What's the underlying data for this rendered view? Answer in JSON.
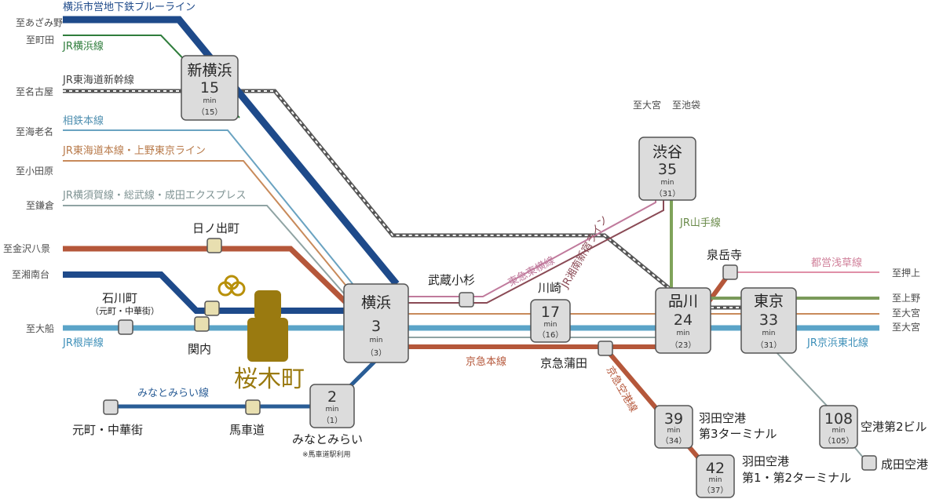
{
  "colors": {
    "blue_line": "#1e4a8a",
    "jr_yokohama": "#2f7d3c",
    "jr_tokaido_shinkansen": "#555555",
    "sotetsu": "#6aa3c1",
    "jr_tokaido_ueno": "#c88a5a",
    "jr_yokosuka": "#8fa3a3",
    "keikyu": "#b5573a",
    "jr_negishi": "#5ba4c8",
    "minatomirai": "#2a5d96",
    "tokyu_toyoko": "#c07a9c",
    "shonan_shinjuku": "#8a4a55",
    "yamanote": "#7fa35a",
    "asakusa": "#e090a8",
    "ueno_tokyo": "#7a9a5a",
    "sakuragicho": "#9a7a10"
  },
  "destinations": {
    "azamino": "至あざみ野",
    "machida": "至町田",
    "nagoya": "至名古屋",
    "ebina": "至海老名",
    "odawara": "至小田原",
    "kamakura": "至鎌倉",
    "kanazawa_hakkei": "至金沢八景",
    "shonandai": "至湘南台",
    "ofuna": "至大船",
    "omiya_top": "至大宮",
    "ikebukuro": "至池袋",
    "oshiage": "至押上",
    "ueno": "至上野",
    "omiya_1": "至大宮",
    "omiya_2": "至大宮"
  },
  "lines": {
    "blue_line": "横浜市営地下鉄ブルーライン",
    "jr_yokohama": "JR横浜線",
    "jr_tokaido_shinkansen": "JR東海道新幹線",
    "sotetsu": "相鉄本線",
    "jr_tokaido_ueno": "JR東海道本線・上野東京ライン",
    "jr_yokosuka": "JR横須賀線・総武線・成田エクスプレス",
    "jr_negishi": "JR根岸線",
    "minatomirai": "みなとみらい線",
    "keikyu": "京急本線",
    "keikyu_airport": "京急空港線",
    "tokyu_toyoko": "東急東横線",
    "shonan_shinjuku": "JR湘南新宿ライン",
    "yamanote": "JR山手線",
    "asakusa": "都営浅草線",
    "keihin_tohoku": "JR京浜東北線"
  },
  "stations": {
    "hinodecho": "日ノ出町",
    "ishikawacho": "石川町",
    "ishikawacho_sub": "（元町・中華街）",
    "kannai": "関内",
    "sakuragicho": "桜木町",
    "motomachi": "元町・中華街",
    "bashamichi": "馬車道",
    "minatomirai": "みなとみらい",
    "minatomirai_note": "※馬車道駅利用",
    "musashikosugi": "武蔵小杉",
    "kawasaki": "川崎",
    "keikyu_kamata": "京急蒲田",
    "sengakuji": "泉岳寺",
    "haneda_t3_line1": "羽田空港",
    "haneda_t3_line2": "第3ターミナル",
    "haneda_t12_line1": "羽田空港",
    "haneda_t12_line2": "第1・第2ターミナル",
    "airport_t2_building": "空港第2ビル",
    "narita_airport": "成田空港"
  },
  "boxes": {
    "shinyokohama": {
      "name": "新横浜",
      "min": "15",
      "unit": "min",
      "paren": "（15）"
    },
    "yokohama": {
      "name": "横浜",
      "min": "3",
      "unit": "min",
      "paren": "（3）"
    },
    "minatomirai": {
      "min": "2",
      "unit": "min",
      "paren": "（1）"
    },
    "kawasaki": {
      "min": "17",
      "unit": "min",
      "paren": "（16）"
    },
    "shibuya": {
      "name": "渋谷",
      "min": "35",
      "unit": "min",
      "paren": "（31）"
    },
    "shinagawa": {
      "name": "品川",
      "min": "24",
      "unit": "min",
      "paren": "（23）"
    },
    "tokyo": {
      "name": "東京",
      "min": "33",
      "unit": "min",
      "paren": "（31）"
    },
    "haneda_t3": {
      "min": "39",
      "unit": "min",
      "paren": "（34）"
    },
    "haneda_t12": {
      "min": "42",
      "unit": "min",
      "paren": "（37）"
    },
    "airport_t2": {
      "min": "108",
      "unit": "min",
      "paren": "（105）"
    }
  }
}
